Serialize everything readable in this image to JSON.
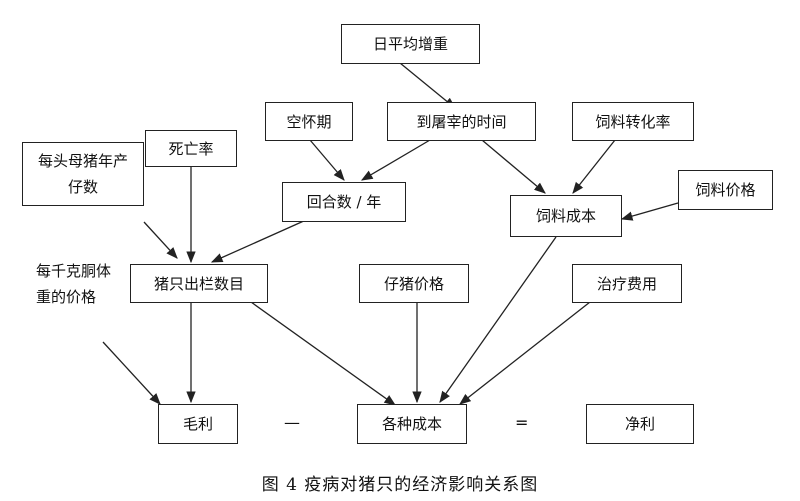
{
  "nodes": {
    "daily_gain": "日平均增重",
    "empty_period": "空怀期",
    "time_to_slaughter": "到屠宰的时间",
    "feed_conversion": "饲料转化率",
    "mortality": "死亡率",
    "piglets_per_sow": "每头母猪年产\n仔数",
    "batches_per_year": "回合数 / 年",
    "feed_cost": "饲料成本",
    "feed_price": "饲料价格",
    "price_per_kg": "每千克胴体\n重的价格",
    "pigs_sold": "猪只出栏数目",
    "piglet_price": "仔猪价格",
    "treatment_cost": "治疗费用",
    "gross_profit": "毛利",
    "minus": "—",
    "costs": "各种成本",
    "equals": "=",
    "net_profit": "净利"
  },
  "caption": "图 4 疫病对猪只的经济影响关系图"
}
